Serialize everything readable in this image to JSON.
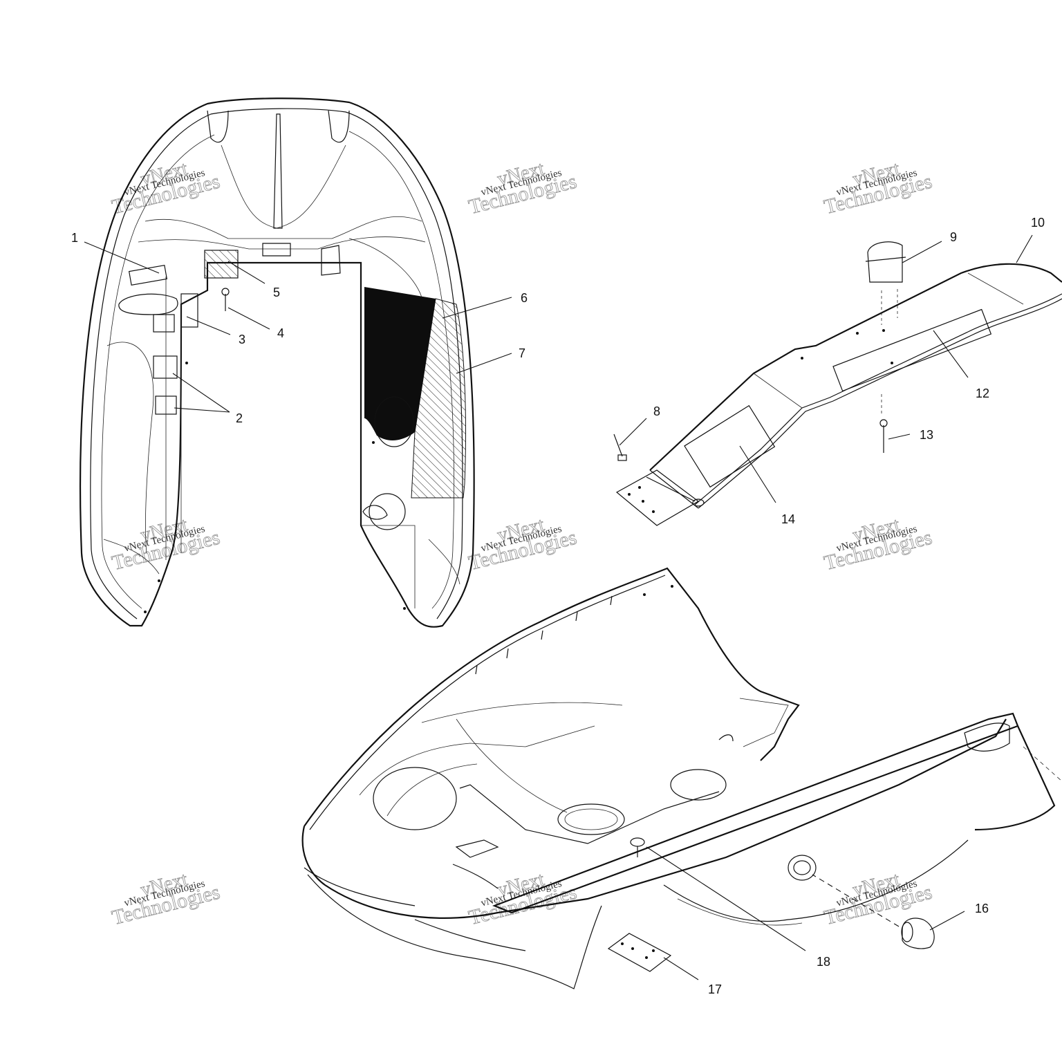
{
  "callouts": {
    "c1": "1",
    "c2": "2",
    "c3": "3",
    "c4": "4",
    "c5": "5",
    "c6": "6",
    "c7": "7",
    "c8": "8",
    "c9": "9",
    "c10": "10",
    "c12": "12",
    "c13": "13",
    "c14": "14",
    "c16": "16",
    "c17": "17",
    "c18": "18"
  },
  "watermark": {
    "line1": "vNext",
    "line2": "Technologies",
    "small": "vNext Technologies"
  },
  "colors": {
    "ink": "#111111",
    "watermark": "#9a9a9a",
    "paper": "#ffffff"
  }
}
